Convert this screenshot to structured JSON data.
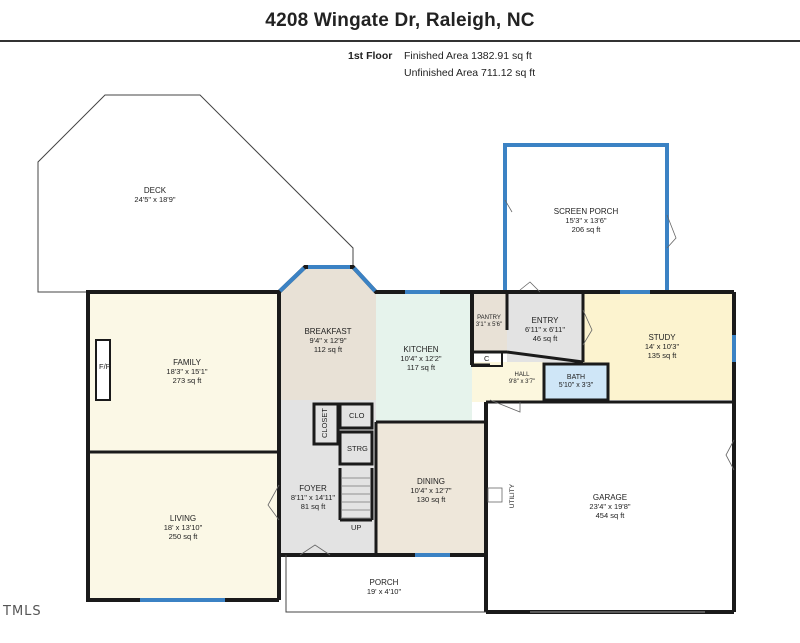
{
  "header": {
    "title": "4208 Wingate Dr, Raleigh, NC"
  },
  "area_info": {
    "floor": "1st Floor",
    "finished": "Finished Area 1382.91 sq ft",
    "unfinished": "Unfinished Area 711.12 sq ft"
  },
  "rooms": {
    "deck": {
      "name": "DECK",
      "dims": "24'5\" x 18'9\""
    },
    "screen_porch": {
      "name": "SCREEN PORCH",
      "dims": "15'3\" x 13'6\"",
      "area": "206 sq ft"
    },
    "family": {
      "name": "FAMILY",
      "dims": "18'3\" x 15'1\"",
      "area": "273 sq ft"
    },
    "breakfast": {
      "name": "BREAKFAST",
      "dims": "9'4\" x 12'9\"",
      "area": "112 sq ft"
    },
    "kitchen": {
      "name": "KITCHEN",
      "dims": "10'4\" x 12'2\"",
      "area": "117 sq ft"
    },
    "pantry": {
      "name": "PANTRY",
      "dims": "3'1\" x 5'6\""
    },
    "entry": {
      "name": "ENTRY",
      "dims": "6'11\" x 6'11\"",
      "area": "46 sq ft"
    },
    "study": {
      "name": "STUDY",
      "dims": "14' x 10'3\"",
      "area": "135 sq ft"
    },
    "hall": {
      "name": "HALL",
      "dims": "9'8\" x 3'7\""
    },
    "bath": {
      "name": "BATH",
      "dims": "5'10\" x 3'3\""
    },
    "living": {
      "name": "LIVING",
      "dims": "18' x 13'10\"",
      "area": "250 sq ft"
    },
    "foyer": {
      "name": "FOYER",
      "dims": "8'11\" x 14'11\"",
      "area": "81 sq ft"
    },
    "dining": {
      "name": "DINING",
      "dims": "10'4\" x 12'7\"",
      "area": "130 sq ft"
    },
    "garage": {
      "name": "GARAGE",
      "dims": "23'4\" x 19'8\"",
      "area": "454 sq ft"
    },
    "porch": {
      "name": "PORCH",
      "dims": "19' x 4'10\""
    }
  },
  "small_labels": {
    "fp": "F/P",
    "closet": "CLOSET",
    "clo": "CLO",
    "strg": "STRG",
    "up": "UP",
    "c": "C",
    "utility": "UTILITY"
  },
  "logo": "TMLS",
  "colors": {
    "wall": "#1a1a1a",
    "window": "#3b82c4",
    "family_fill": "#fbf8e6",
    "breakfast_fill": "#e8e1d6",
    "kitchen_fill": "#e6f3ec",
    "pantry_fill": "#e8e1d6",
    "entry_fill": "#e3e3e3",
    "study_fill": "#fcf3cf",
    "bath_fill": "#cfe6f7",
    "living_fill": "#fbf8e6",
    "foyer_fill": "#e3e3e3",
    "dining_fill": "#eee7da",
    "hall_fill": "#fcf7de"
  }
}
